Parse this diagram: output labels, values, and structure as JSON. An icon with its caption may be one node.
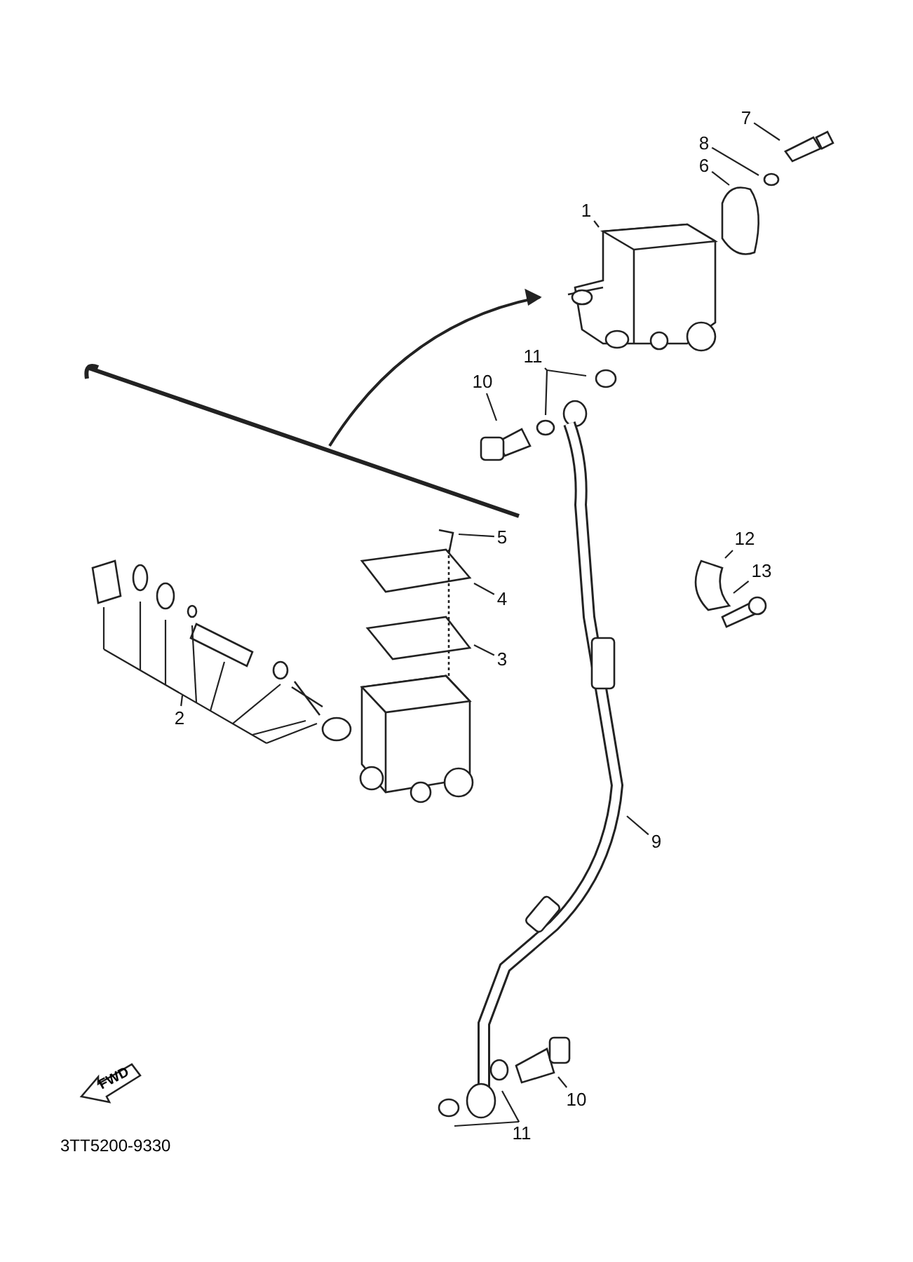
{
  "diagram": {
    "nodes": [
      {
        "text": [
          "1"
        ]
      },
      {
        "text": [
          "6"
        ]
      },
      {
        "text": [
          "7"
        ]
      },
      {
        "text": [
          "8"
        ]
      },
      {
        "text": [
          "11"
        ]
      },
      {
        "text": [
          "10"
        ]
      },
      {
        "text": [
          "5"
        ]
      },
      {
        "text": [
          "4"
        ]
      },
      {
        "text": [
          "3"
        ]
      },
      {
        "text": [
          "2"
        ]
      },
      {
        "text": [
          "12"
        ]
      },
      {
        "text": [
          "13"
        ]
      },
      {
        "text": [
          "9"
        ]
      },
      {
        "text": [
          "10"
        ]
      },
      {
        "text": [
          "11"
        ]
      },
      {
        "text": [
          "FWD"
        ]
      }
    ],
    "edges": [
      {
        "from": 0,
        "to": null,
        "arrow": "none"
      },
      {
        "from": 1,
        "to": null,
        "arrow": "none"
      },
      {
        "from": 2,
        "to": null,
        "arrow": "none"
      },
      {
        "from": 3,
        "to": null,
        "arrow": "none"
      },
      {
        "from": 4,
        "to": null,
        "arrow": "none"
      },
      {
        "from": 4,
        "to": null,
        "arrow": "none"
      },
      {
        "from": 5,
        "to": null,
        "arrow": "none"
      },
      {
        "from": 6,
        "to": null,
        "arrow": "none"
      },
      {
        "from": 7,
        "to": null,
        "arrow": "none"
      },
      {
        "from": 8,
        "to": null,
        "arrow": "none"
      },
      {
        "from": 9,
        "to": null,
        "arrow": "none"
      },
      {
        "from": 9,
        "to": null,
        "arrow": "none"
      },
      {
        "from": 9,
        "to": null,
        "arrow": "none"
      },
      {
        "from": 9,
        "to": null,
        "arrow": "none"
      },
      {
        "from": 9,
        "to": null,
        "arrow": "none"
      },
      {
        "from": 9,
        "to": null,
        "arrow": "none"
      },
      {
        "from": 9,
        "to": null,
        "arrow": "none"
      },
      {
        "from": 9,
        "to": null,
        "arrow": "none"
      },
      {
        "from": 10,
        "to": null,
        "arrow": "none"
      },
      {
        "from": 11,
        "to": null,
        "arrow": "none"
      },
      {
        "from": 12,
        "to": null,
        "arrow": "none"
      },
      {
        "from": 13,
        "to": null,
        "arrow": "none"
      },
      {
        "from": 14,
        "to": null,
        "arrow": "none"
      },
      {
        "from": 14,
        "to": null,
        "arrow": "none"
      }
    ],
    "labels": [
      "3TT5200-9330"
    ]
  }
}
